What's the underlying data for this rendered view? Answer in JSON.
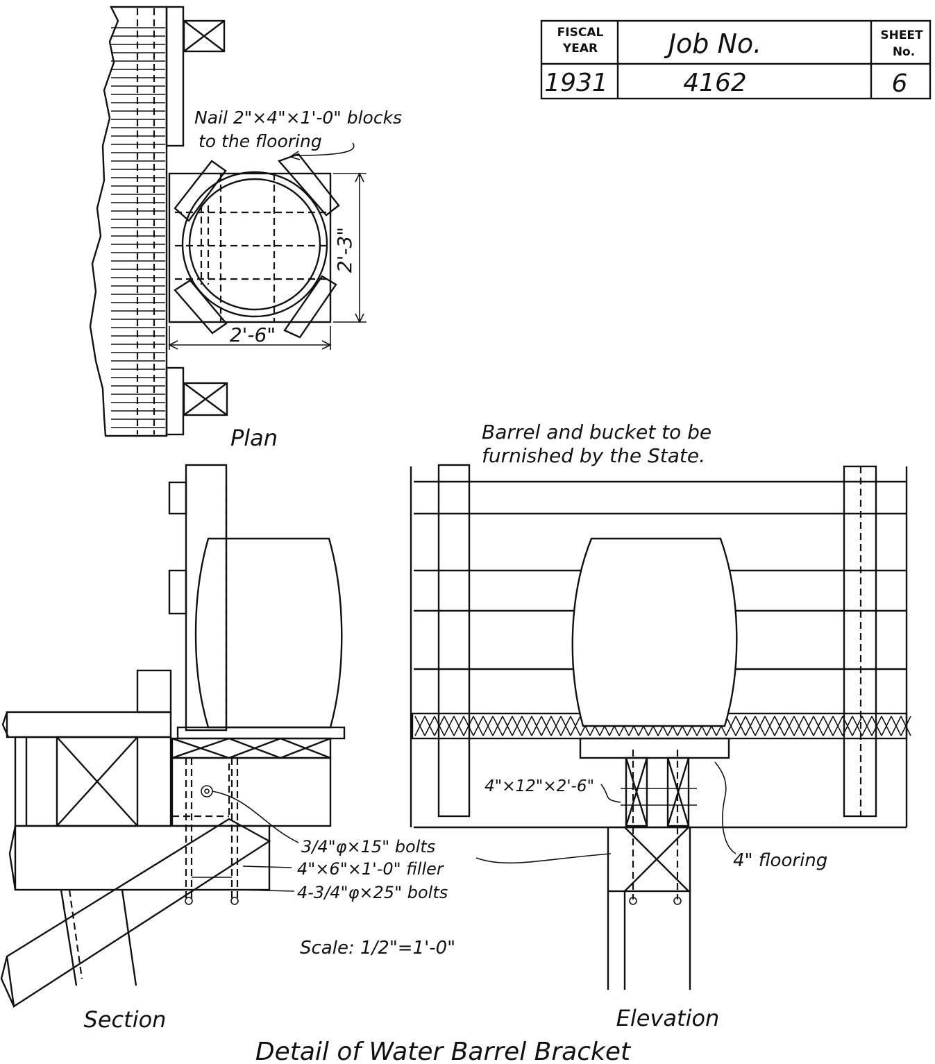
{
  "title_block": {
    "fiscal_year_label_1": "FISCAL",
    "fiscal_year_label_2": "YEAR",
    "job_no_label": "Job No.",
    "sheet_no_label_1": "SHEET",
    "sheet_no_label_2": "No.",
    "fiscal_year": "1931",
    "job_no": "4162",
    "sheet_no": "6"
  },
  "plan": {
    "note_line_1": "Nail 2\"×4\"×1'-0\" blocks",
    "note_line_2": "to the flooring",
    "dim_width": "2'-6\"",
    "dim_depth": "2'-3\"",
    "view_label": "Plan"
  },
  "elevation": {
    "note_line_1": "Barrel and bucket to be",
    "note_line_2": "furnished by the State.",
    "beam_callout": "4\"×12\"×2'-6\"",
    "flooring_callout": "4\" flooring",
    "view_label": "Elevation"
  },
  "section": {
    "bolts_1": "3/4\"φ×15\" bolts",
    "filler": "4\"×6\"×1'-0\" filler",
    "bolts_2": "4-3/4\"φ×25\" bolts",
    "scale": "Scale: 1/2\"=1'-0\"",
    "view_label": "Section"
  },
  "drawing_title": "Detail of Water Barrel Bracket"
}
